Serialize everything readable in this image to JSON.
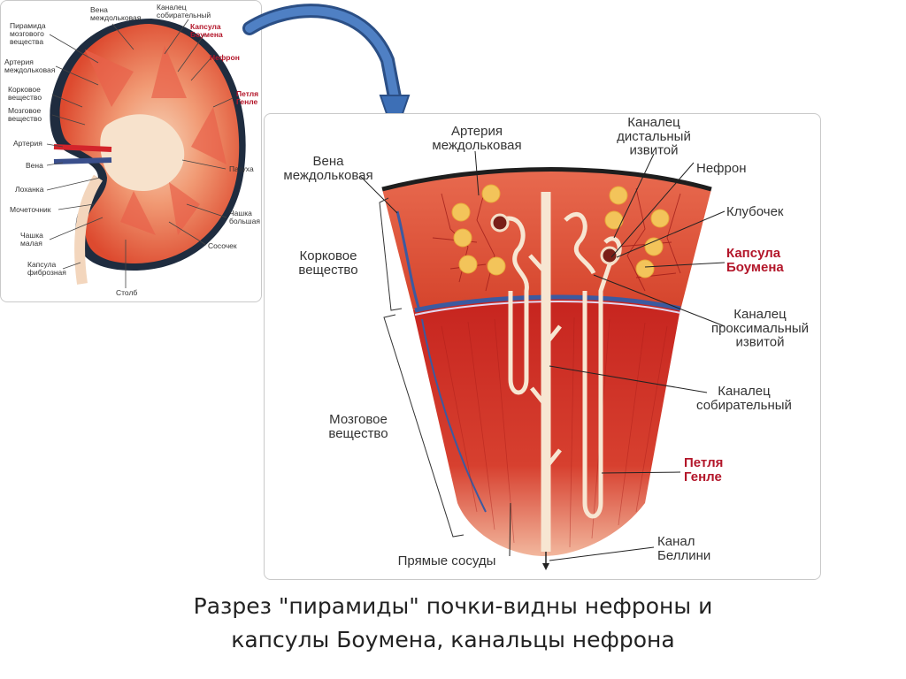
{
  "kidney_labels": {
    "vena": "Вена\nмеждольковая",
    "pyramid": "Пирамида\nмозгового\nвещества",
    "artery_interlobular": "Артерия\nмеждольковая",
    "cortex": "Корковое\nвещество",
    "medulla": "Мозговое\nвещество",
    "artery": "Артерия",
    "vein": "Вена",
    "pelvis": "Лоханка",
    "ureter": "Мочеточник",
    "minor_calyx": "Чашка\nмалая",
    "capsule": "Капсула\nфиброзная",
    "column": "Столб",
    "collecting_duct": "Каналец\nсобирательный",
    "bowman": "Капсула\nБоумена",
    "nephron": "Нефрон",
    "henle": "Петля\nГенле",
    "sinus": "Пазуха",
    "major_calyx": "Чашка\nбольшая",
    "papilla": "Сосочек"
  },
  "section_labels": {
    "artery": "Артерия\nмеждольковая",
    "vein": "Вена\nмеждольковая",
    "distal": "Каналец\nдистальный\nизвитой",
    "nephron": "Нефрон",
    "glomerulus": "Клубочек",
    "bowman": "Капсула\nБоумена",
    "cortex": "Корковое\nвещество",
    "proximal": "Каналец\nпроксимальный\nизвитой",
    "collecting": "Каналец\nсобирательный",
    "medulla": "Мозговое\nвещество",
    "henle": "Петля\nГенле",
    "vasa_recta": "Прямые сосуды",
    "bellini": "Канал\nБеллини"
  },
  "caption": {
    "line1": "Разрез \"пирамиды\" почки-видны нефроны и",
    "line2": "капсулы Боумена, канальцы нефрона"
  },
  "colors": {
    "accent_label": "#b3162a",
    "arrow": "#3d6fb6",
    "tissue": "#d8362b"
  }
}
